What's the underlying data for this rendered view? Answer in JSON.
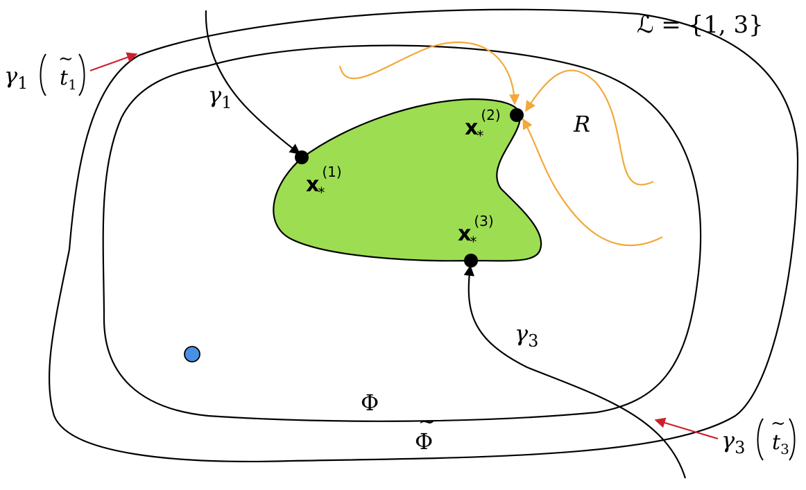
{
  "set_label": "ℒ = {1, 3}",
  "curve_phi": {
    "label": "Φ"
  },
  "curve_phi_tilde": {
    "label": "Φ",
    "accent": "~"
  },
  "trajectories": {
    "gamma1": {
      "symbol": "γ",
      "sub": "1"
    },
    "gamma3": {
      "symbol": "γ",
      "sub": "3"
    }
  },
  "crossings": {
    "gamma1_cross": {
      "symbol": "γ",
      "sub": "1",
      "arg": "t",
      "arg_sub": "1",
      "accent": "~"
    },
    "gamma3_cross": {
      "symbol": "γ",
      "sub": "3",
      "arg": "t",
      "arg_sub": "3",
      "accent": "~"
    }
  },
  "equilibria": [
    {
      "symbol": "x",
      "sub": "*",
      "sup": "(1)"
    },
    {
      "symbol": "x",
      "sub": "*",
      "sup": "(2)"
    },
    {
      "symbol": "x",
      "sub": "*",
      "sup": "(3)"
    }
  ],
  "region_label": "R",
  "colors": {
    "region_fill": "#9ddd52",
    "orange": "#f2a83a",
    "red_arrow": "#cc1f2e",
    "blue_point": "#4a90e2",
    "stroke": "#000000"
  }
}
